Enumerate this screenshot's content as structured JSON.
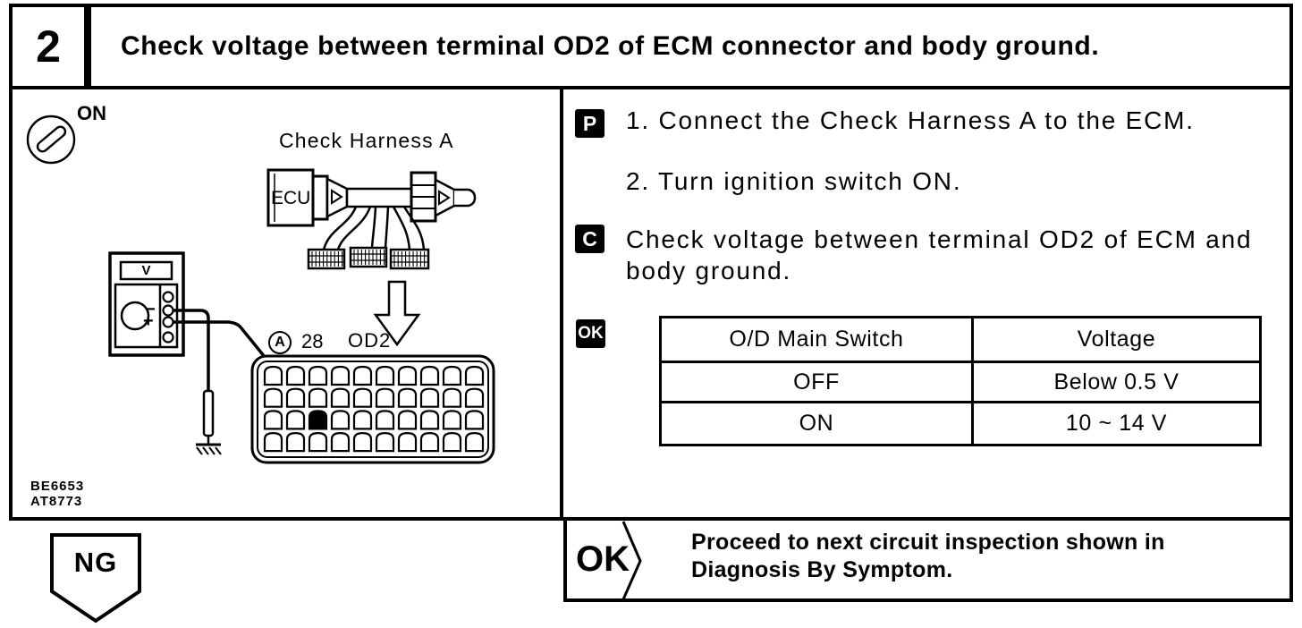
{
  "page": {
    "paper_color": "#ffffff",
    "ink_color": "#000000"
  },
  "header": {
    "step_number": "2",
    "title": "Check voltage between terminal OD2 of ECM connector and body ground."
  },
  "diagram": {
    "ignition_switch_label": "ON",
    "harness_label": "Check Harness A",
    "ecu_label": "ECU",
    "meter_unit_label": "V",
    "meter_minus_label": "−",
    "meter_plus_label": "+",
    "connector_id_label": "A",
    "pin_number_label": "28",
    "terminal_label": "OD2",
    "figure_code_1": "BE6653",
    "figure_code_2": "AT8773"
  },
  "instructions": {
    "prepare_badge": "P",
    "step_1": "1. Connect the Check Harness A to the ECM.",
    "step_2": "2. Turn ignition switch ON.",
    "check_badge": "C",
    "check_text": "Check voltage between terminal OD2 of ECM and body ground.",
    "ok_badge": "OK",
    "table": {
      "col_1_header": "O/D Main Switch",
      "col_2_header": "Voltage",
      "row_1_col_1": "OFF",
      "row_1_col_2": "Below 0.5 V",
      "row_2_col_1": "ON",
      "row_2_col_2": "10 ~ 14 V"
    }
  },
  "result": {
    "ok_label": "OK",
    "action_text": "Proceed to next circuit inspection shown in Diagnosis By Symptom."
  },
  "ng_label": "NG"
}
